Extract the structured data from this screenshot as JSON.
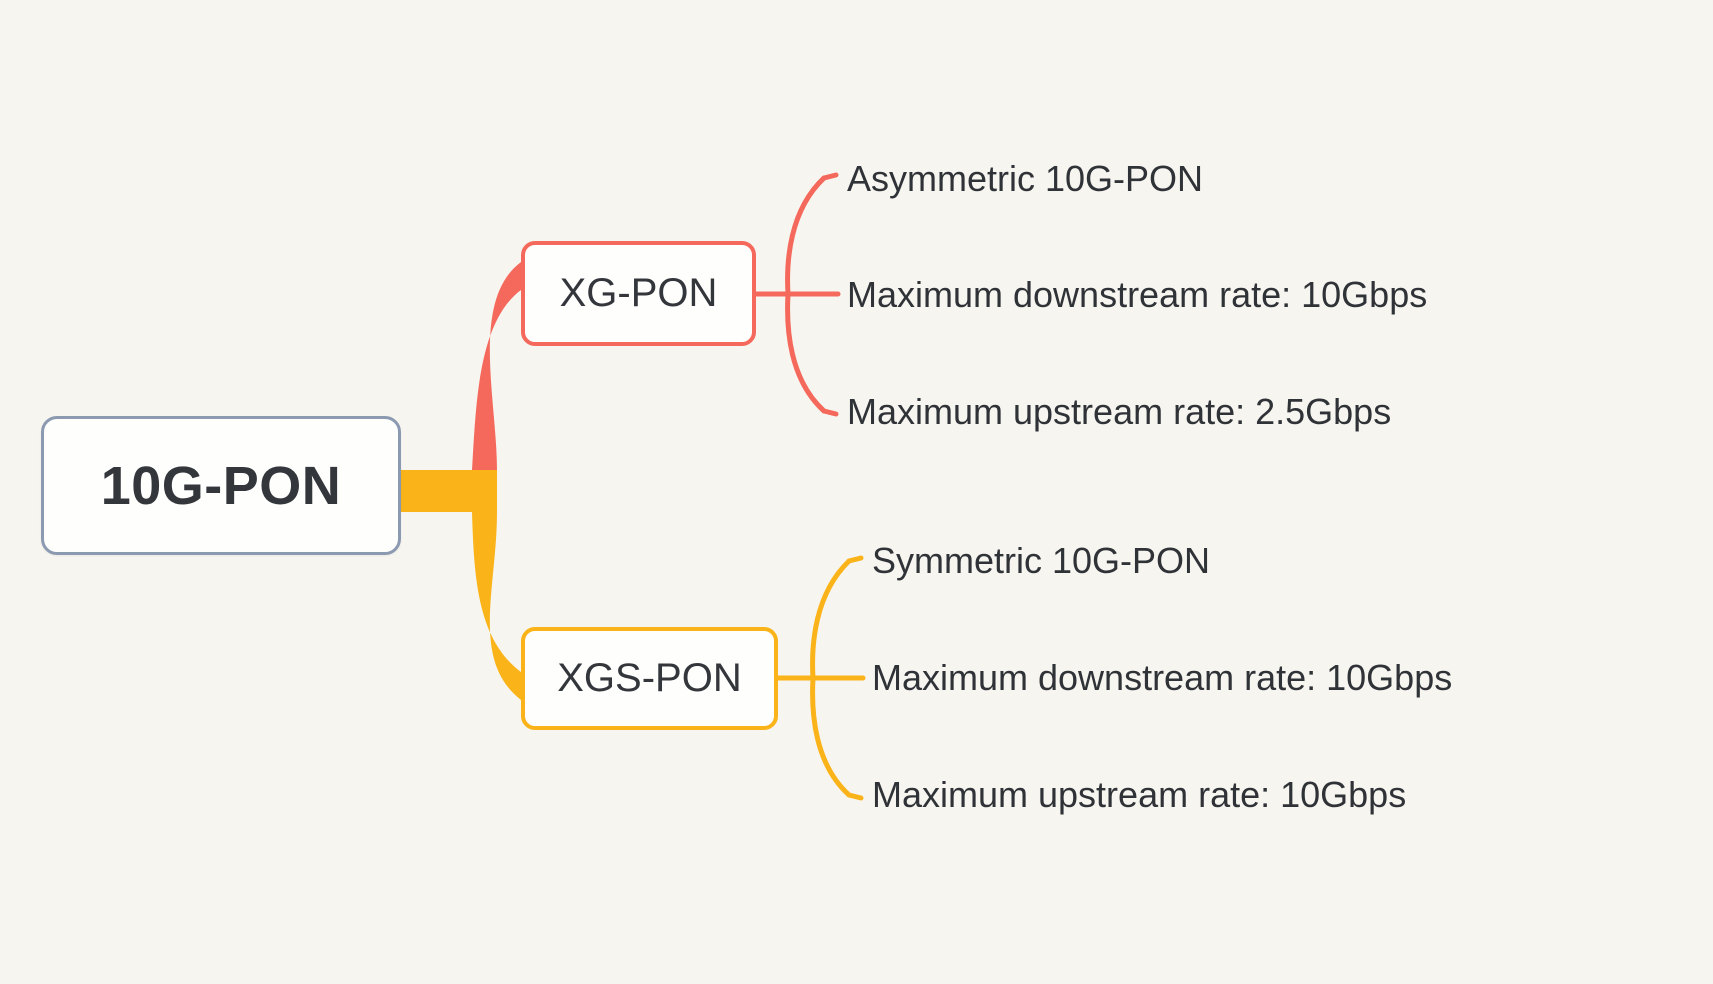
{
  "diagram": {
    "type": "mind-map",
    "title": "10G-PON",
    "background_color": "#F7F5F0",
    "root": {
      "label": "10G-PON",
      "border_color": "#8C9AB1",
      "fill_color": "#FEFEFD"
    },
    "branches": [
      {
        "id": "xg-pon",
        "label": "XG-PON",
        "color": "#F4695C",
        "children": [
          {
            "label": "Asymmetric 10G-PON"
          },
          {
            "label": "Maximum downstream rate: 10Gbps"
          },
          {
            "label": "Maximum upstream rate: 2.5Gbps"
          }
        ]
      },
      {
        "id": "xgs-pon",
        "label": "XGS-PON",
        "color": "#FAB319",
        "children": [
          {
            "label": "Symmetric 10G-PON"
          },
          {
            "label": "Maximum downstream rate: 10Gbps"
          },
          {
            "label": "Maximum upstream rate: 10Gbps"
          }
        ]
      }
    ]
  },
  "colors": {
    "background": "#F7F5F0",
    "root_border": "#8C9AB1",
    "branch_red": "#F4695C",
    "branch_amber": "#FAB319",
    "text": "#2F3337",
    "node_fill": "#FEFEFD"
  }
}
